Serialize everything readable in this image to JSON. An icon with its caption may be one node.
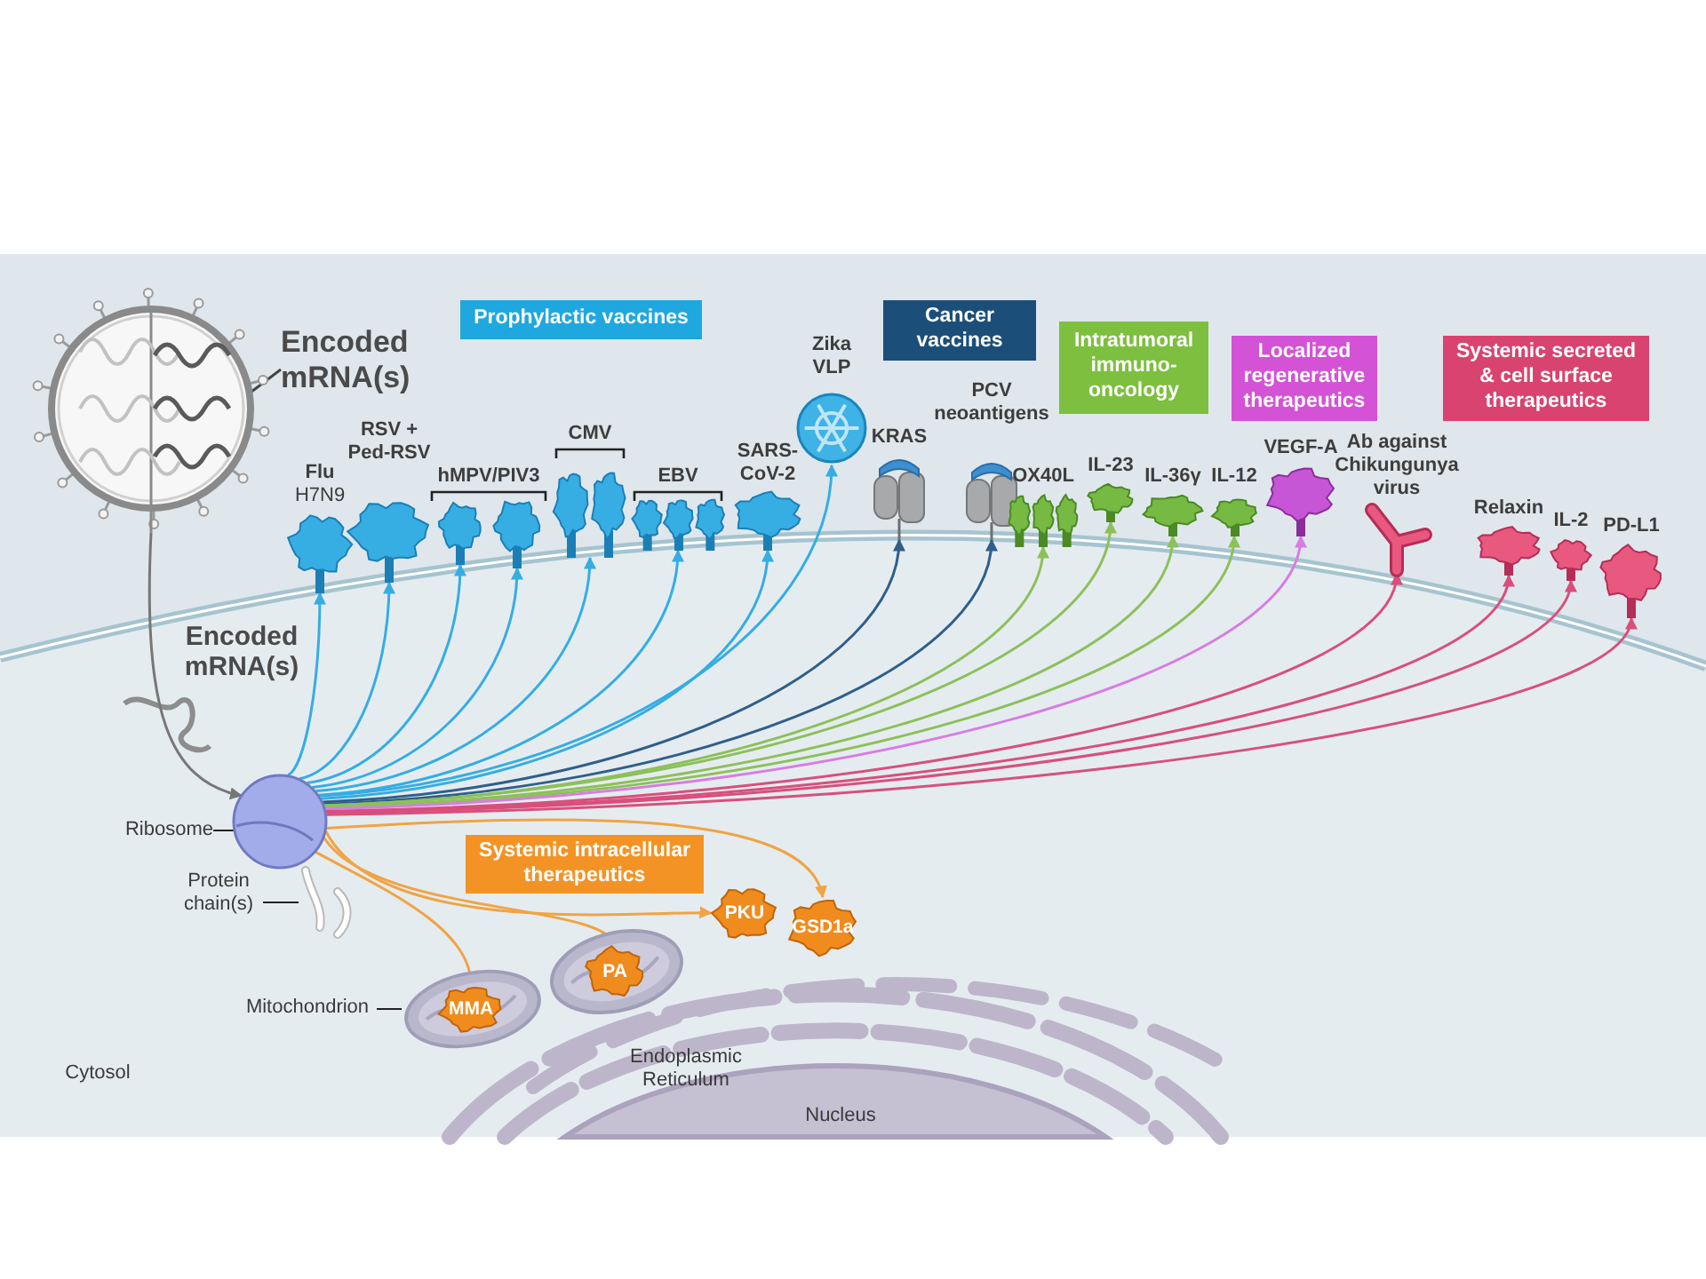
{
  "diagram": {
    "nodes": [
      {
        "text": [],
        "shape": "picture"
      },
      {
        "text": [],
        "shape": "picture",
        "in": 0
      },
      {
        "text": [
          "Encoded mRNA(s)"
        ]
      },
      {
        "text": [
          "Prophylactic vaccines"
        ]
      },
      {
        "text": [
          "Cancer vaccines"
        ]
      },
      {
        "text": [
          "Intratumoral immuno-oncology"
        ]
      },
      {
        "text": [
          "Localized regenerative therapeutics"
        ]
      },
      {
        "text": [
          "Systemic secreted & cell surface therapeutics"
        ]
      },
      {
        "text": [
          "Zika VLP"
        ]
      },
      {
        "text": [
          "PCV neoantigens"
        ]
      },
      {
        "text": [
          "RSV + Ped-RSV"
        ]
      },
      {
        "text": [
          "CMV"
        ]
      },
      {
        "text": [
          "SARS-CoV-2"
        ]
      },
      {
        "text": [
          "KRAS"
        ]
      },
      {
        "text": [
          "Ab against Chikungunya virus"
        ]
      },
      {
        "text": [
          "VEGF-A"
        ]
      },
      {
        "text": [
          "IL-23"
        ]
      },
      {
        "text": [
          "Flu",
          "H7N9"
        ]
      },
      {
        "text": [
          "hMPV/PIV3"
        ]
      },
      {
        "text": [],
        "shape": "picture",
        "in": 18
      },
      {
        "text": [],
        "shape": "picture",
        "in": 18
      },
      {
        "text": [
          "EBV"
        ]
      },
      {
        "text": [
          "OX40L"
        ]
      },
      {
        "text": [
          "IL-36γ"
        ]
      },
      {
        "text": [
          "IL-12"
        ]
      },
      {
        "text": [
          "Relaxin"
        ]
      },
      {
        "text": [
          "IL-2"
        ]
      },
      {
        "text": [
          "PD-L1"
        ]
      },
      {
        "text": [
          "Encoded mRNA(s)"
        ]
      },
      {
        "text": [],
        "shape": "circle"
      },
      {
        "text": [
          "Ribosome"
        ]
      },
      {
        "text": [
          "Protein chain(s)"
        ]
      },
      {
        "text": [],
        "shape": "picture"
      },
      {
        "text": [
          "Systemic intracellular therapeutics"
        ]
      },
      {
        "text": [
          "PKU"
        ]
      },
      {
        "text": [
          "GSD1a"
        ]
      },
      {
        "text": [],
        "shape": "picture"
      },
      {
        "text": [
          "PA"
        ],
        "in": 36
      },
      {
        "text": [],
        "shape": "picture"
      },
      {
        "text": [
          "MMA"
        ],
        "in": 38
      },
      {
        "text": [
          "Mitochondrion"
        ]
      }
    ],
    "edges": [
      {
        "from": 2,
        "to": 1,
        "arrow": "to",
        "color": "#444444"
      },
      {
        "from": 0,
        "to": 29,
        "arrow": "to",
        "color": "#777777"
      },
      {
        "from": 30,
        "to": 29,
        "arrow": "none",
        "color": "#222222"
      },
      {
        "from": 31,
        "to": 32,
        "arrow": "none",
        "color": "#222222"
      },
      {
        "from": 40,
        "to": 38,
        "arrow": "none",
        "color": "#222222"
      },
      {
        "from": 29,
        "to": 17,
        "arrow": "to"
      },
      {
        "from": 29,
        "to": 10,
        "arrow": "to"
      },
      {
        "from": 29,
        "to": 19,
        "arrow": "to"
      },
      {
        "from": 29,
        "to": 20,
        "arrow": "to"
      },
      {
        "from": 29,
        "to": 11,
        "arrow": "to"
      },
      {
        "from": 29,
        "to": 21,
        "arrow": "to"
      },
      {
        "from": 29,
        "to": 12,
        "arrow": "to"
      },
      {
        "from": 29,
        "to": 8,
        "arrow": "to"
      },
      {
        "from": 29,
        "to": 13,
        "arrow": "to",
        "color": "#2f5f8a"
      },
      {
        "from": 29,
        "to": 9,
        "arrow": "to",
        "color": "#2f5f8a"
      },
      {
        "from": 29,
        "to": 22,
        "arrow": "to",
        "color": "#8dc05a"
      },
      {
        "from": 29,
        "to": 16,
        "arrow": "to",
        "color": "#8dc05a"
      },
      {
        "from": 29,
        "to": 23,
        "arrow": "to",
        "color": "#8dc05a"
      },
      {
        "from": 29,
        "to": 24,
        "arrow": "to",
        "color": "#8dc05a"
      },
      {
        "from": 29,
        "to": 15,
        "arrow": "to",
        "color": "#d77de3"
      },
      {
        "from": 29,
        "to": 14,
        "arrow": "to",
        "color": "#d94f7c"
      },
      {
        "from": 29,
        "to": 25,
        "arrow": "to",
        "color": "#d94f7c"
      },
      {
        "from": 29,
        "to": 26,
        "arrow": "to",
        "color": "#d94f7c"
      },
      {
        "from": 29,
        "to": 27,
        "arrow": "to",
        "color": "#d94f7c"
      },
      {
        "from": 29,
        "to": 39,
        "arrow": "to",
        "color": "#f0a444"
      },
      {
        "from": 29,
        "to": 37,
        "arrow": "to",
        "color": "#f0a444"
      },
      {
        "from": 29,
        "to": 34,
        "arrow": "to",
        "color": "#f0a444"
      },
      {
        "from": 29,
        "to": 35,
        "arrow": "to",
        "color": "#f0a444"
      }
    ],
    "labels": [
      "Cytosol",
      "Endoplasmic Reticulum",
      "Nucleus"
    ]
  }
}
